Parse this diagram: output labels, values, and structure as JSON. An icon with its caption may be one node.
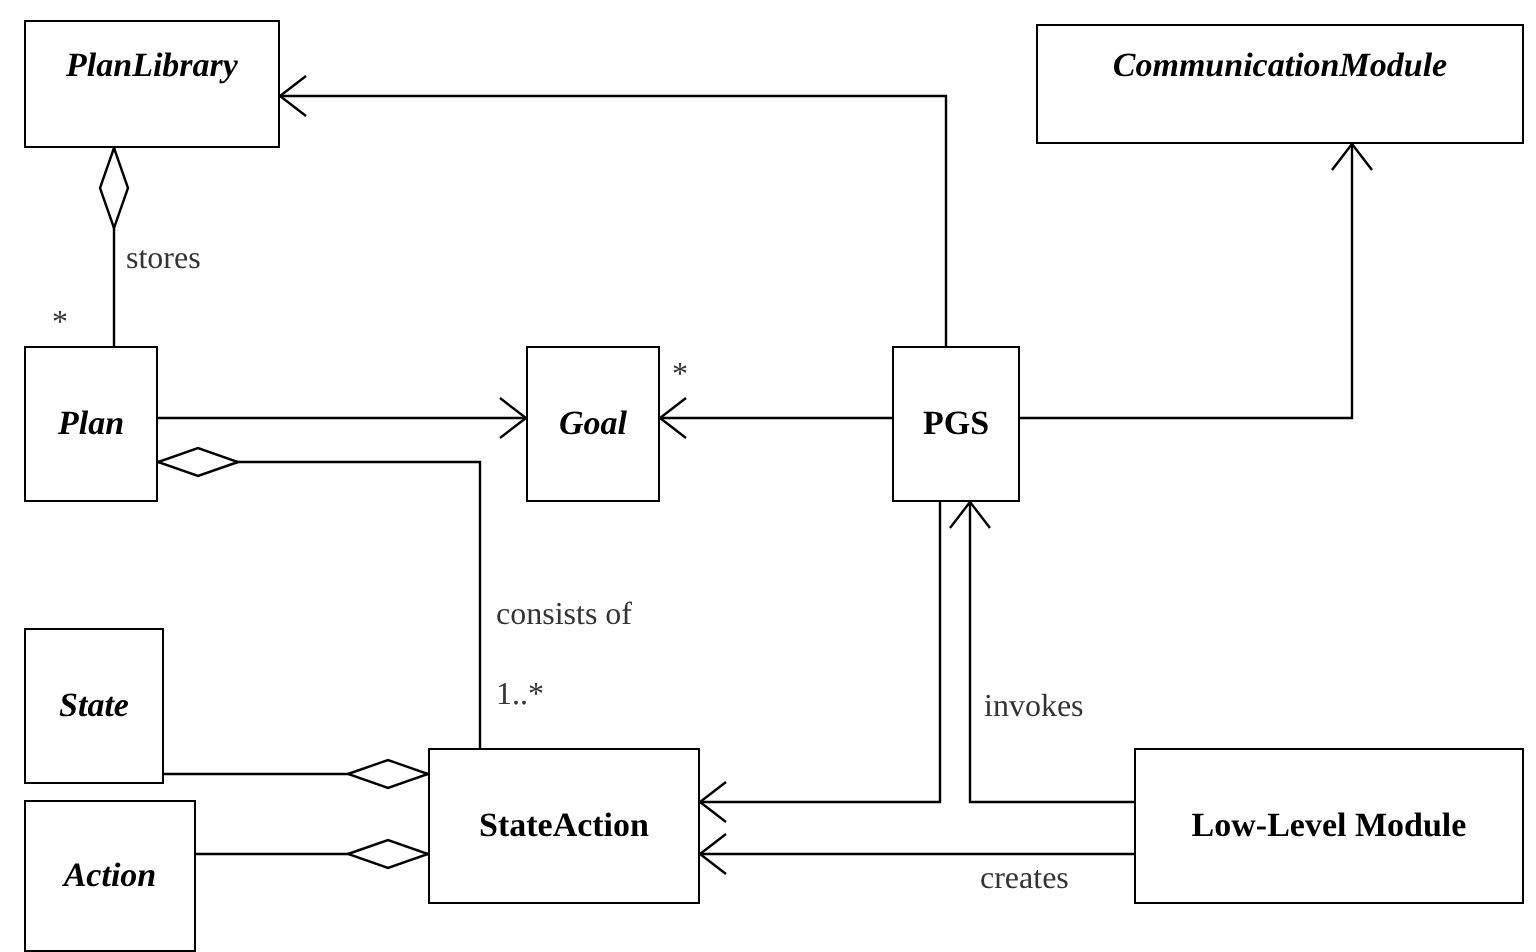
{
  "diagram": {
    "nodes": [
      {
        "text": [
          "PlanLibrary"
        ]
      },
      {
        "text": [
          "CommunicationModule"
        ]
      },
      {
        "text": [
          "Plan"
        ]
      },
      {
        "text": [
          "Goal"
        ]
      },
      {
        "text": [
          "PGS"
        ]
      },
      {
        "text": [
          "State"
        ]
      },
      {
        "text": [
          "Action"
        ]
      },
      {
        "text": [
          "StateAction"
        ]
      },
      {
        "text": [
          "Low-Level Module"
        ]
      }
    ],
    "edges": [
      {
        "from": 2,
        "to": 0,
        "arrow": "other",
        "label": "stores"
      },
      {
        "from": 2,
        "to": 3,
        "arrow": "to"
      },
      {
        "from": 4,
        "to": 3,
        "arrow": "to"
      },
      {
        "from": 4,
        "to": 0,
        "arrow": "to"
      },
      {
        "from": 4,
        "to": 1,
        "arrow": "to"
      },
      {
        "from": 7,
        "to": 2,
        "arrow": "other",
        "label": "consists of"
      },
      {
        "from": 5,
        "to": 7,
        "arrow": "other"
      },
      {
        "from": 6,
        "to": 7,
        "arrow": "other"
      },
      {
        "from": 4,
        "to": 7,
        "arrow": "to"
      },
      {
        "from": 8,
        "to": 4,
        "arrow": "to",
        "label": "invokes"
      },
      {
        "from": 8,
        "to": 7,
        "arrow": "to",
        "label": "creates"
      }
    ],
    "labels": [
      "*",
      "*",
      "1..*"
    ]
  }
}
